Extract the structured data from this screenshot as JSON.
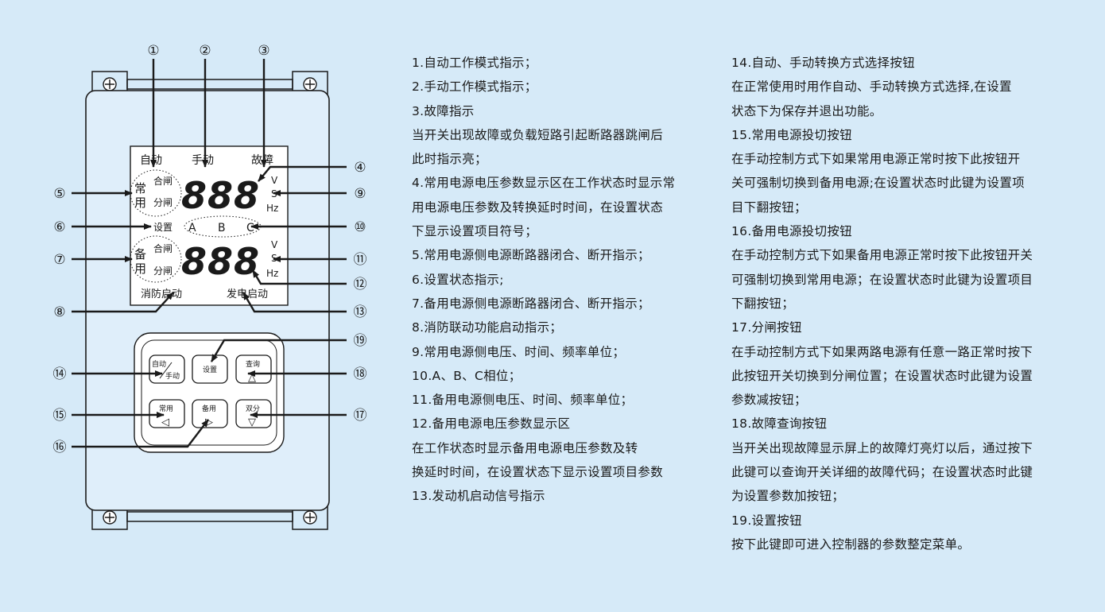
{
  "colors": {
    "background": "#d6eaf8",
    "panel": "#dfeefa",
    "stroke": "#1a1a1a"
  },
  "device": {
    "lcd": {
      "top_labels": [
        "自动",
        "手动",
        "故障"
      ],
      "normal_group": [
        "常",
        "用"
      ],
      "normal_switch": [
        "合闸",
        "分闸"
      ],
      "standby_group": [
        "备",
        "用"
      ],
      "standby_switch": [
        "合闸",
        "分闸"
      ],
      "setting": "设置",
      "phases": [
        "A",
        "B",
        "C"
      ],
      "digits": "888",
      "units": [
        "V",
        "S",
        "Hz"
      ],
      "bottom_left": "消防启动",
      "bottom_right": "发电启动"
    },
    "keys": [
      {
        "name": "auto-manual",
        "line1": "自动",
        "line2": "手动"
      },
      {
        "name": "settings",
        "line1": "设置",
        "line2": ""
      },
      {
        "name": "query",
        "line1": "查询",
        "line2": "△"
      },
      {
        "name": "normal",
        "line1": "常用",
        "line2": "◁"
      },
      {
        "name": "standby",
        "line1": "备用",
        "line2": "▷"
      },
      {
        "name": "double-open",
        "line1": "双分",
        "line2": "▽"
      }
    ],
    "callouts": [
      "①",
      "②",
      "③",
      "④",
      "⑤",
      "⑥",
      "⑦",
      "⑧",
      "⑨",
      "⑩",
      "⑪",
      "⑫",
      "⑬",
      "⑭",
      "⑮",
      "⑯",
      "⑰",
      "⑱",
      "⑲"
    ]
  },
  "legend_left": [
    "1.自动工作模式指示；",
    "2.手动工作模式指示；",
    "3.故障指示",
    "   当开关出现故障或负载短路引起断路器跳闸后",
    "   此时指示亮；",
    "4.常用电源电压参数显示区在工作状态时显示常",
    "   用电源电压参数及转换延时时间，在设置状态",
    "   下显示设置项目符号；",
    "5.常用电源侧电源断路器闭合、断开指示；",
    "6.设置状态指示;",
    "7.备用电源侧电源断路器闭合、断开指示；",
    "8.消防联动功能启动指示；",
    "9.常用电源侧电压、时间、频率单位；",
    "10.A、B、C相位；",
    "11.备用电源侧电压、时间、频率单位；",
    "12.备用电源电压参数显示区",
    "    在工作状态时显示备用电源电压参数及转",
    "    换延时时间，在设置状态下显示设置项目参数",
    "13.发动机启动信号指示"
  ],
  "legend_right": [
    "14.自动、手动转换方式选择按钮",
    "    在正常使用时用作自动、手动转换方式选择,在设置",
    "    状态下为保存并退出功能。",
    "15.常用电源投切按钮",
    "    在手动控制方式下如果常用电源正常时按下此按钮开",
    "    关可强制切换到备用电源;在设置状态时此键为设置项",
    "    目下翻按钮；",
    "16.备用电源投切按钮",
    "   在手动控制方式下如果备用电源正常时按下此按钮开关",
    "   可强制切换到常用电源；在设置状态时此键为设置项目",
    "   下翻按钮；",
    "17.分闸按钮",
    "  在手动控制方式下如果两路电源有任意一路正常时按下",
    "  此按钮开关切换到分闸位置；在设置状态时此键为设置",
    "  参数减按钮；",
    "18.故障查询按钮",
    "   当开关出现故障显示屏上的故障灯亮灯以后，通过按下",
    "   此键可以查询开关详细的故障代码；在设置状态时此键",
    "   为设置参数加按钮；",
    "19.设置按钮",
    "    按下此键即可进入控制器的参数整定菜单。"
  ]
}
